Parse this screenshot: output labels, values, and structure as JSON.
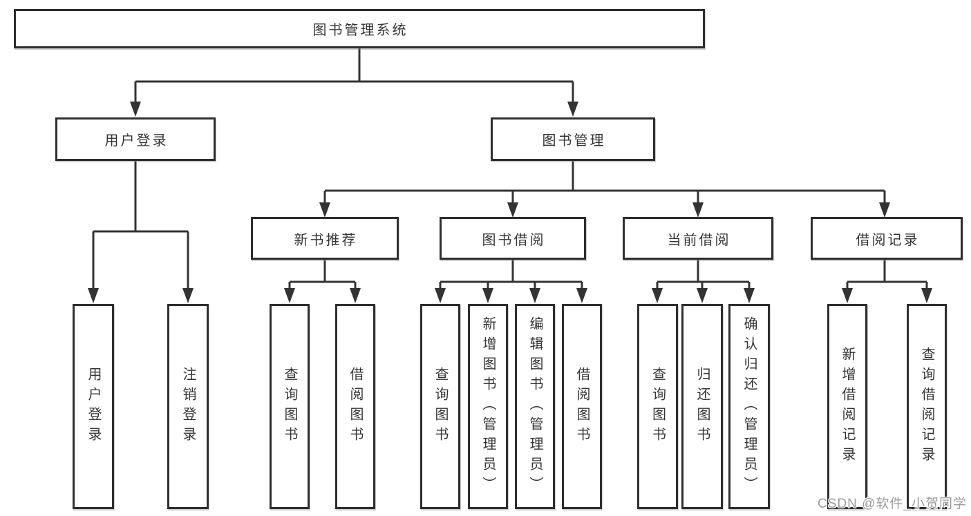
{
  "diagram": {
    "title": "图书管理系统",
    "tree": {
      "root": {
        "label": "图书管理系统",
        "children": [
          {
            "label": "用户登录",
            "children": [
              {
                "label": "用户登录"
              },
              {
                "label": "注销登录"
              }
            ]
          },
          {
            "label": "图书管理",
            "children": [
              {
                "label": "新书推荐",
                "children": [
                  {
                    "label": "查询图书"
                  },
                  {
                    "label": "借阅图书"
                  }
                ]
              },
              {
                "label": "图书借阅",
                "children": [
                  {
                    "label": "查询图书"
                  },
                  {
                    "label": "新增图书（管理员）"
                  },
                  {
                    "label": "编辑图书（管理员）"
                  },
                  {
                    "label": "借阅图书"
                  }
                ]
              },
              {
                "label": "当前借阅",
                "children": [
                  {
                    "label": "查询图书"
                  },
                  {
                    "label": "归还图书"
                  },
                  {
                    "label": "确认归还（管理员）"
                  }
                ]
              },
              {
                "label": "借阅记录",
                "children": [
                  {
                    "label": "新增借阅记录"
                  },
                  {
                    "label": "查询借阅记录"
                  }
                ]
              }
            ]
          }
        ]
      }
    },
    "colors": {
      "background": "#ffffff",
      "line": "#333333",
      "box_border": "#2e2e2e",
      "text": "#353535",
      "watermark": "#9b9b9b"
    },
    "watermark": "CSDN @软件_小贺同学"
  }
}
